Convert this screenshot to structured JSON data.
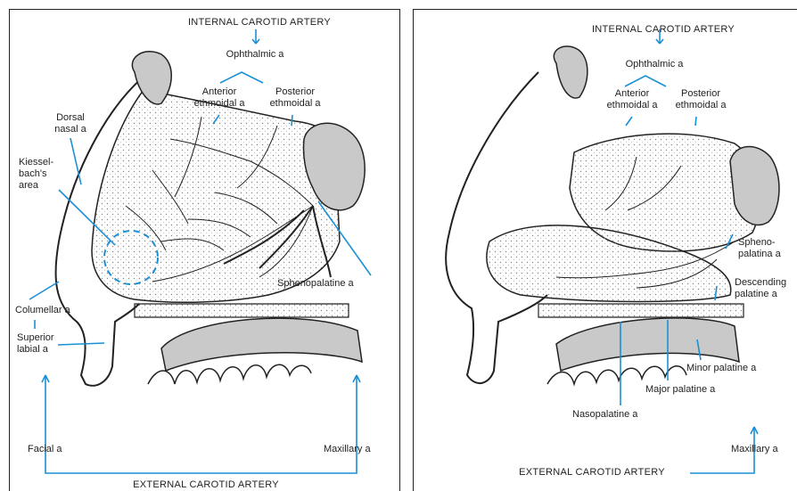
{
  "colors": {
    "accent": "#1b8fd6",
    "line": "#222222",
    "shade": "#c9c9c9"
  },
  "left_panel": {
    "top_title": "INTERNAL CAROTID ARTERY",
    "ophthalmic": "Ophthalmic a",
    "anterior_ethmoidal": [
      "Anterior",
      "ethmoidal a"
    ],
    "posterior_ethmoidal": [
      "Posterior",
      "ethmoidal a"
    ],
    "dorsal_nasal": [
      "Dorsal",
      "nasal a"
    ],
    "kiesselbach": [
      "Kiessel-",
      "bach's",
      "area"
    ],
    "sphenopalatine": "Sphenopalatine a",
    "columellar": "Columellar a",
    "superior_labial": [
      "Superior",
      "labial a"
    ],
    "facial": "Facial a",
    "maxillary": "Maxillary a",
    "bottom_title": "EXTERNAL CAROTID ARTERY"
  },
  "right_panel": {
    "top_title": "INTERNAL CAROTID ARTERY",
    "ophthalmic": "Ophthalmic a",
    "anterior_ethmoidal": [
      "Anterior",
      "ethmoidal a"
    ],
    "posterior_ethmoidal": [
      "Posterior",
      "ethmoidal a"
    ],
    "sphenopalatine": [
      "Spheno-",
      "palatina a"
    ],
    "descending_palatine": [
      "Descending",
      "palatine a"
    ],
    "minor_palatine": "Minor palatine a",
    "major_palatine": "Major palatine a",
    "nasopalatine": "Nasopalatine a",
    "maxillary": "Maxillary a",
    "bottom_title": "EXTERNAL CAROTID ARTERY"
  }
}
